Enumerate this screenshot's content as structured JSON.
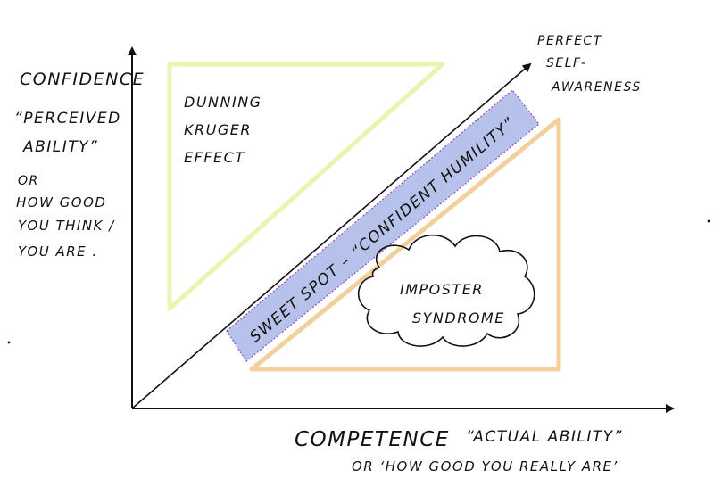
{
  "y_axis": {
    "title": "CONFIDENCE",
    "subtitle_1": "“PERCEIVED",
    "subtitle_2": "ABILITY”",
    "or": "OR",
    "desc_1": "HOW GOOD",
    "desc_2": "YOU THINK /",
    "desc_3": "YOU ARE ."
  },
  "x_axis": {
    "title": "COMPETENCE",
    "subtitle": "“ACTUAL ABILITY”",
    "desc": "OR ‘HOW GOOD YOU REALLY ARE’"
  },
  "diagonal_label": {
    "line_1": "PERFECT",
    "line_2": "SELF-",
    "line_3": "AWARENESS"
  },
  "dunning_kruger": {
    "line_1": "DUNNING",
    "line_2": "KRUGER",
    "line_3": "EFFECT",
    "color": "#e6f5b0"
  },
  "sweet_spot": {
    "label": "SWEET SPOT – “CONFIDENT HUMILITY”",
    "color": "#b7c2ea",
    "border_color": "#8e49c9"
  },
  "imposter": {
    "line_1": "IMPOSTER",
    "line_2": "SYNDROME",
    "triangle_color": "#f3cf9c"
  },
  "colors": {
    "ink": "#111111"
  }
}
